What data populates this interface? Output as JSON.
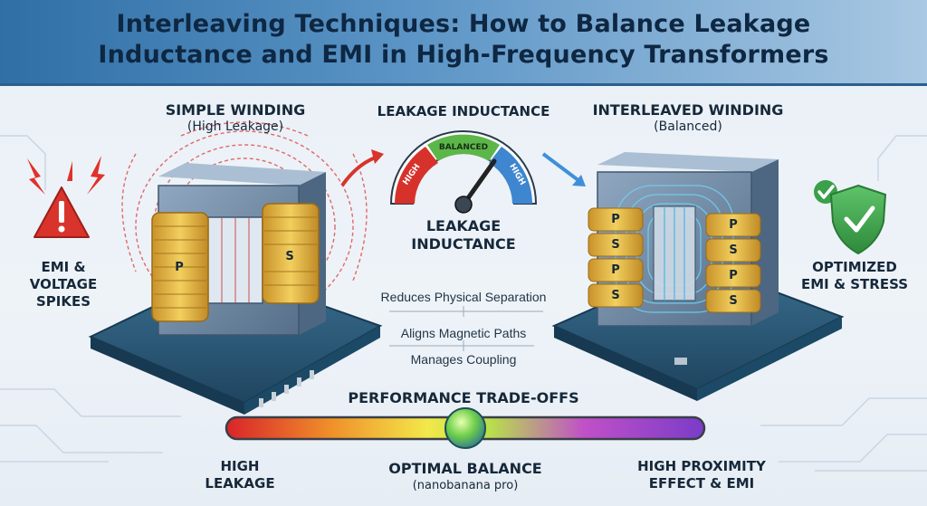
{
  "title": {
    "line1": "Interleaving Techniques: How to Balance Leakage",
    "line2": "Inductance and EMI in High-Frequency Transformers"
  },
  "left": {
    "heading": "SIMPLE WINDING",
    "subheading": "(High Leakage)",
    "coil_primary": "P",
    "coil_secondary": "S",
    "warning_line1": "EMI &",
    "warning_line2": "VOLTAGE",
    "warning_line3": "SPIKES",
    "warning_icon": "warning-triangle-icon",
    "spark_icon": "lightning-icon"
  },
  "center": {
    "heading": "LEAKAGE INDUCTANCE",
    "gauge_high_left": "HIGH",
    "gauge_balanced": "BALANCED",
    "gauge_high_right": "HIGH",
    "gauge_label_line1": "LEAKAGE",
    "gauge_label_line2": "INDUCTANCE",
    "steps": [
      "Reduces Physical Separation",
      "Aligns Magnetic Paths",
      "Manages Coupling"
    ]
  },
  "right": {
    "heading": "INTERLEAVED WINDING",
    "subheading": "(Balanced)",
    "left_stack": [
      "P",
      "S",
      "P",
      "S"
    ],
    "right_stack": [
      "P",
      "S",
      "P",
      "S"
    ],
    "ok_line1": "OPTIMIZED",
    "ok_line2": "EMI & STRESS",
    "ok_icon": "shield-check-icon"
  },
  "tradeoffs": {
    "heading": "PERFORMANCE TRADE-OFFS",
    "left_line1": "HIGH",
    "left_line2": "LEAKAGE",
    "center_line1": "OPTIMAL BALANCE",
    "center_line2": "(nanobanana pro)",
    "right_line1": "HIGH PROXIMITY",
    "right_line2": "EFFECT & EMI"
  },
  "colors": {
    "copper": "#e3b43c",
    "core": "#6f8aa6",
    "pcb": "#2c5a78",
    "danger": "#d8342c",
    "ok": "#3aa04a"
  }
}
